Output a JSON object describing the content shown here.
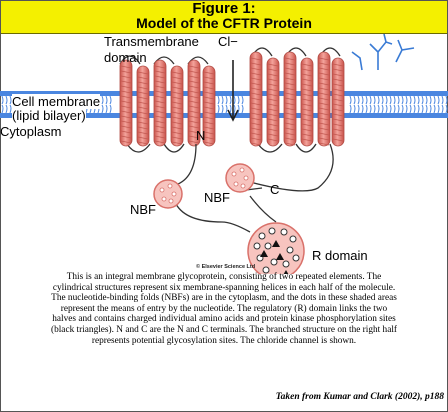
{
  "figure": {
    "title": "Figure 1:",
    "subtitle": "Model of the CFTR Protein"
  },
  "labels": {
    "transmembrane_domain_1": "Transmembrane",
    "transmembrane_domain_2": "domain",
    "chloride_ion": "Cl−",
    "cell_membrane_1": "Cell membrane",
    "cell_membrane_2": "(lipid bilayer)",
    "cytoplasm": "Cytoplasm",
    "n_terminal": "N",
    "c_terminal": "C",
    "nbf_left": "NBF",
    "nbf_right": "NBF",
    "r_domain": "R domain",
    "copyright": "© Elsevier Science Ltd"
  },
  "caption": {
    "lines": [
      "This is an integral membrane glycoprotein, consisting of two repeated elements.  The",
      "cylindrical structures represent six membrane-spanning helices in each half of the molecule.",
      "The nucleotide-binding folds (NBFs) are in the cytoplasm, and the dots in these shaded areas",
      "represent the means of entry by the nucleotide.  The regulatory (R) domain links the two",
      "halves and contains charged individual amino acids and protein kinase phosphorylation sites",
      "(black triangles). N and C are the N and C terminals. The branched structure on the right half",
      "represents potential glycosylation sites. The chloride channel is shown."
    ]
  },
  "source": "Taken  from Kumar and Clark (2002), p188",
  "colors": {
    "title_bg": "#f4f000",
    "membrane": "#3a7bd5",
    "helix": "#e8857e",
    "domain_fill": "#f7c4bf"
  }
}
